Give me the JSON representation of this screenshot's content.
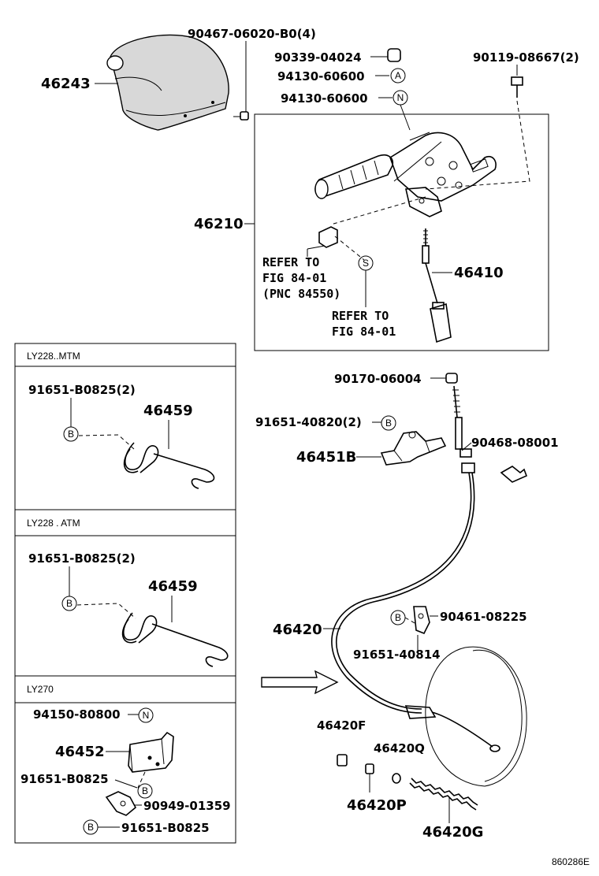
{
  "diagram": {
    "code": "860286E",
    "labels": {
      "p46243": "46243",
      "p90467": "90467-06020-B0(4)",
      "p90339": "90339-04024",
      "p94130a": "94130-60600",
      "p94130b": "94130-60600",
      "p90119": "90119-08667(2)",
      "p46210": "46210",
      "refer1a": "REFER TO",
      "refer1b": "FIG 84-01",
      "refer1c": "(PNC 84550)",
      "refer2a": "REFER TO",
      "refer2b": "FIG 84-01",
      "p46410": "46410",
      "p90170": "90170-06004",
      "p91651_40820": "91651-40820(2)",
      "p90468": "90468-08001",
      "p46451B": "46451B",
      "p46420": "46420",
      "p90461": "90461-08225",
      "p91651_40814": "91651-40814",
      "p46420F": "46420F",
      "p46420Q": "46420Q",
      "p46420P": "46420P",
      "p46420G": "46420G"
    },
    "markers": {
      "A": "A",
      "N": "N",
      "S": "S",
      "B": "B"
    },
    "panels": {
      "mtm": {
        "header": "LY228..MTM",
        "bolt": "91651-B0825(2)",
        "part": "46459"
      },
      "atm": {
        "header": "LY228 . ATM",
        "bolt": "91651-B0825(2)",
        "part": "46459"
      },
      "ly270": {
        "header": "LY270",
        "p94150": "94150-80800",
        "p46452": "46452",
        "p91651a": "91651-B0825",
        "p90949": "90949-01359",
        "p91651b": "91651-B0825"
      }
    }
  }
}
